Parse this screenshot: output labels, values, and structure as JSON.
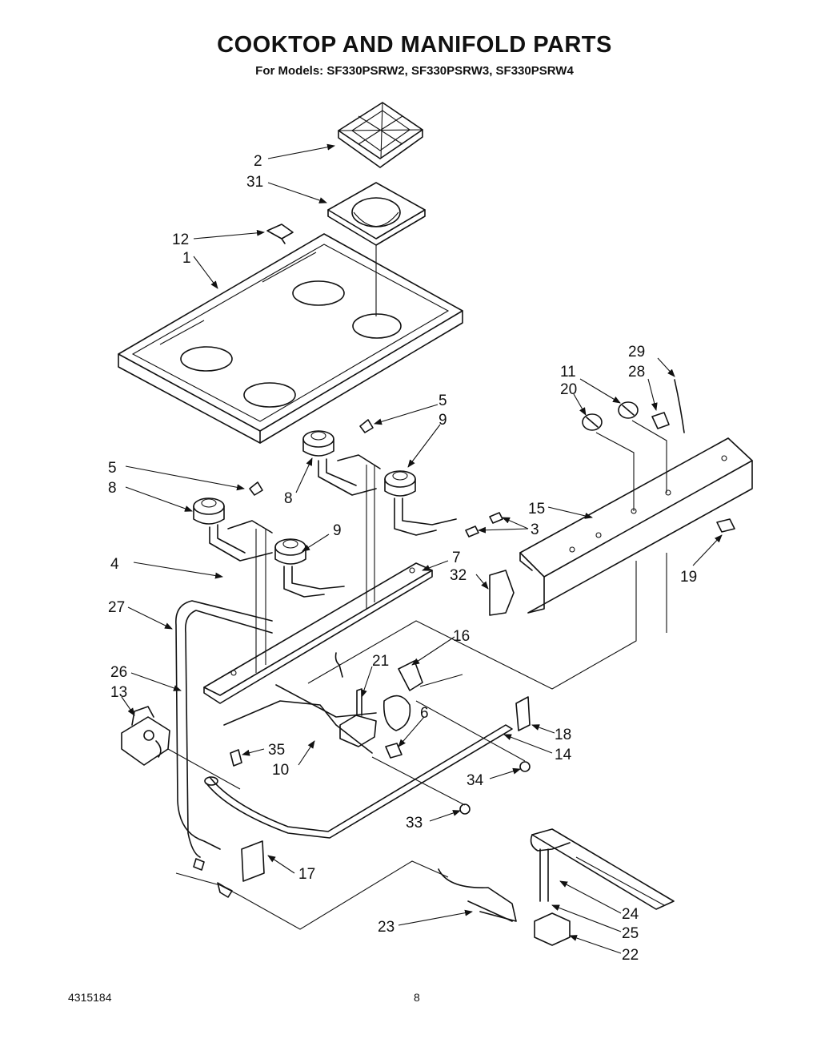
{
  "document": {
    "title": "COOKTOP AND MANIFOLD PARTS",
    "subtitle": "For Models: SF330PSRW2, SF330PSRW3, SF330PSRW4",
    "doc_number": "4315184",
    "page_number": "8"
  },
  "callouts": {
    "c1": "1",
    "c2": "2",
    "c3": "3",
    "c4": "4",
    "c5a": "5",
    "c5b": "5",
    "c6": "6",
    "c7": "7",
    "c8a": "8",
    "c8b": "8",
    "c9a": "9",
    "c9b": "9",
    "c10": "10",
    "c11": "11",
    "c12": "12",
    "c13": "13",
    "c14": "14",
    "c15": "15",
    "c16": "16",
    "c17": "17",
    "c18": "18",
    "c19": "19",
    "c20": "20",
    "c21": "21",
    "c22": "22",
    "c23": "23",
    "c24": "24",
    "c25": "25",
    "c26": "26",
    "c27": "27",
    "c28": "28",
    "c29": "29",
    "c31": "31",
    "c32": "32",
    "c33": "33",
    "c34": "34",
    "c35": "35"
  }
}
